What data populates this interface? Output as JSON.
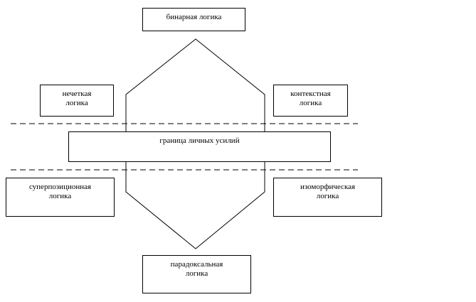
{
  "diagram": {
    "nodes": {
      "top": "бинарная логика",
      "left_upper": "нечеткая\nлогика",
      "right_upper": "контекстная\nлогика",
      "center": "граница личных усилий",
      "left_lower": "суперпозиционная\nлогика",
      "right_lower": "изоморфическая\nлогика",
      "bottom": "парадоксальная\nлогика"
    },
    "line_color": "#000000"
  }
}
